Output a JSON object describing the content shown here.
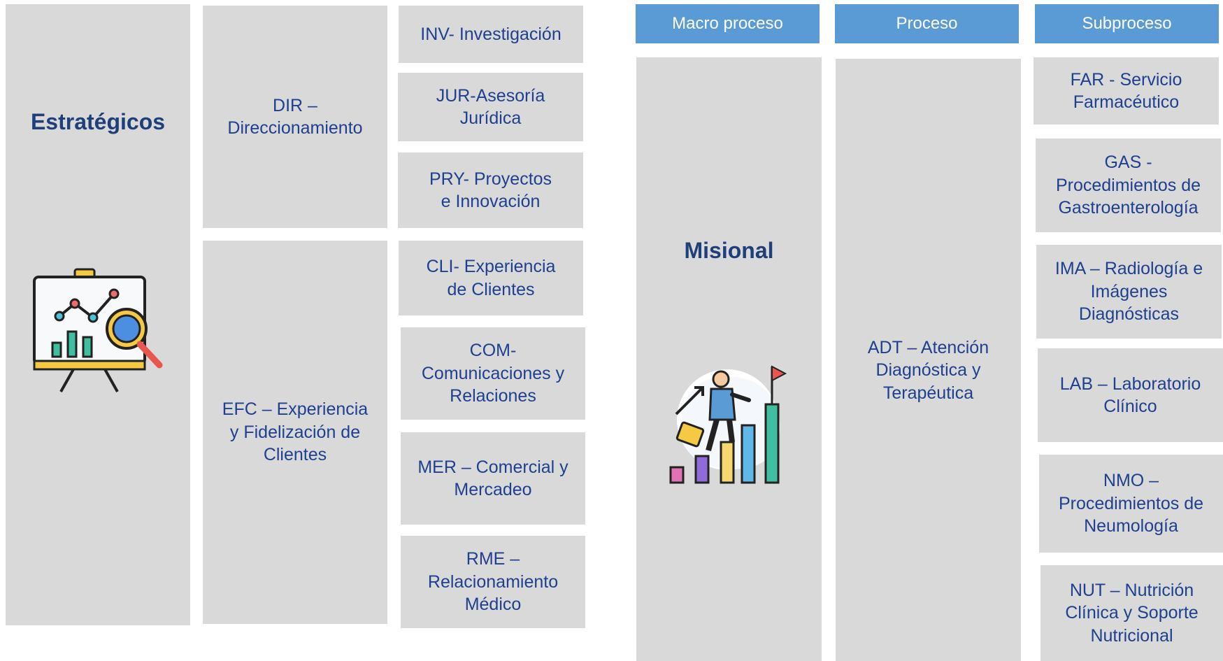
{
  "strategic": {
    "title": "Estratégicos",
    "icon": "presentation-analytics-icon",
    "processes": [
      {
        "label": "DIR –\nDireccionamiento"
      },
      {
        "label": "EFC – Experiencia\ny Fidelización de\nClientes"
      }
    ],
    "subprocesses": [
      {
        "label": "INV- Investigación"
      },
      {
        "label": "JUR-Asesoría\nJurídica"
      },
      {
        "label": "PRY- Proyectos\ne Innovación"
      },
      {
        "label": "CLI- Experiencia\nde Clientes"
      },
      {
        "label": "COM-\nComunicaciones y\nRelaciones"
      },
      {
        "label": "MER – Comercial y\nMercadeo"
      },
      {
        "label": "RME –\nRelacionamiento\nMédico"
      }
    ]
  },
  "missional": {
    "headers": {
      "macro": "Macro proceso",
      "process": "Proceso",
      "subprocess": "Subproceso"
    },
    "title": "Misional",
    "icon": "business-growth-icon",
    "process": {
      "label": "ADT – Atención\nDiagnóstica y\nTerapéutica"
    },
    "subprocesses": [
      {
        "label": "FAR - Servicio\nFarmacéutico"
      },
      {
        "label": "GAS -\nProcedimientos de\nGastroenterología"
      },
      {
        "label": "IMA – Radiología e\nImágenes\nDiagnósticas"
      },
      {
        "label": "LAB – Laboratorio\nClínico"
      },
      {
        "label": "NMO –\nProcedimientos de\nNeumología"
      },
      {
        "label": "NUT – Nutrición\nClínica y Soporte\nNutricional"
      }
    ]
  },
  "colors": {
    "box": "#d9d9d9",
    "header": "#5b9bd5",
    "text": "#1f3f8f",
    "title": "#1f3f7a"
  }
}
